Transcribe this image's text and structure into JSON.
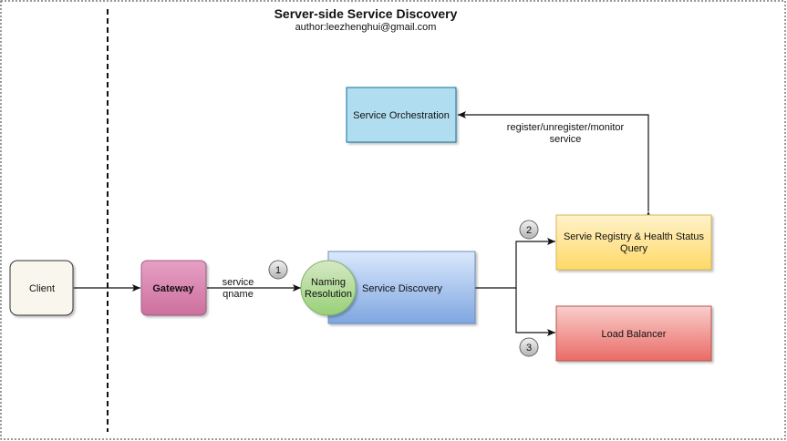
{
  "diagram": {
    "title": "Server-side Service Discovery",
    "author": "author:leezhenghui@gmail.com",
    "nodes": {
      "client": "Client",
      "gateway": "Gateway",
      "naming_resolution_line1": "Naming",
      "naming_resolution_line2": "Resolution",
      "service_discovery": "Service Discovery",
      "service_orchestration": "Service Orchestration",
      "registry_line1": "Servie Registry & Health Status",
      "registry_line2": "Query",
      "load_balancer": "Load Balancer"
    },
    "edge_labels": {
      "gateway_line1": "service",
      "gateway_line2": "qname",
      "orchestration_line1": "register/unregister/monitor",
      "orchestration_line2": "service"
    },
    "steps": [
      "1",
      "2",
      "3"
    ],
    "colors": {
      "client_fill": "#f9f7ed",
      "gateway_fill": "#e6a0c4",
      "naming_fill": "#a9d78b",
      "discovery_fill": "#a9c4eb",
      "orchestration_fill": "#b1ddf0",
      "registry_fill": "#fff2a0",
      "load_balancer_fill": "#f19c99",
      "step_fill": "#cccccc"
    }
  }
}
